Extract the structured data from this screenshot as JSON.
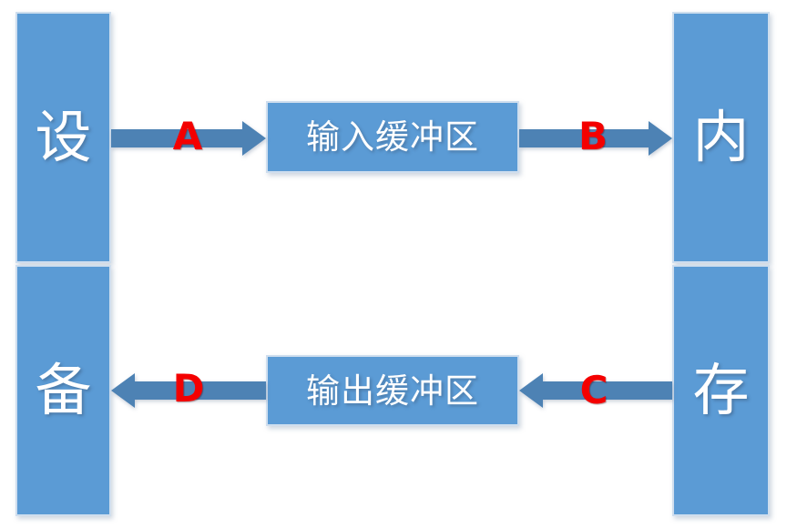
{
  "diagram": {
    "nodes": {
      "device_top": "设",
      "device_bottom": "备",
      "input_buffer": "输入缓冲区",
      "output_buffer": "输出缓冲区",
      "memory_top": "内",
      "memory_bottom": "存"
    },
    "flows": [
      {
        "label": "A",
        "from": "device",
        "to": "input_buffer",
        "direction": "right"
      },
      {
        "label": "B",
        "from": "input_buffer",
        "to": "memory",
        "direction": "right"
      },
      {
        "label": "C",
        "from": "memory",
        "to": "output_buffer",
        "direction": "left"
      },
      {
        "label": "D",
        "from": "output_buffer",
        "to": "device",
        "direction": "left"
      }
    ],
    "colors": {
      "node_fill": "#5b9bd5",
      "node_border": "#cfdeee",
      "arrow_fill": "#4d82b4",
      "arrow_label": "#f40000",
      "node_text": "#ffffff",
      "background": "#ffffff"
    }
  }
}
